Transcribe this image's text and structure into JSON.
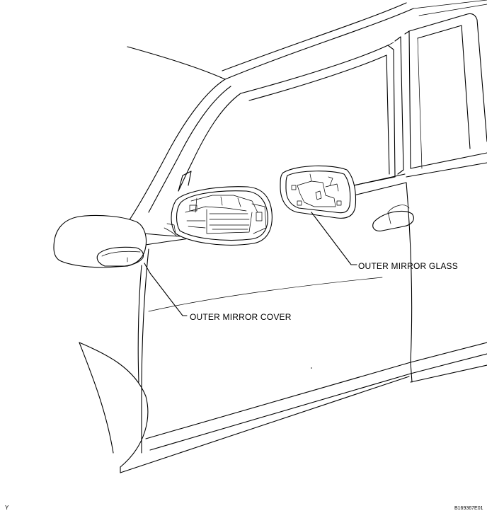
{
  "labels": {
    "outer_mirror_glass": "OUTER MIRROR GLASS",
    "outer_mirror_cover": "OUTER MIRROR COVER"
  },
  "footer": {
    "left_code": "Y",
    "figure_code": "B169367E01"
  },
  "colors": {
    "line": "#000000",
    "background": "#ffffff"
  }
}
